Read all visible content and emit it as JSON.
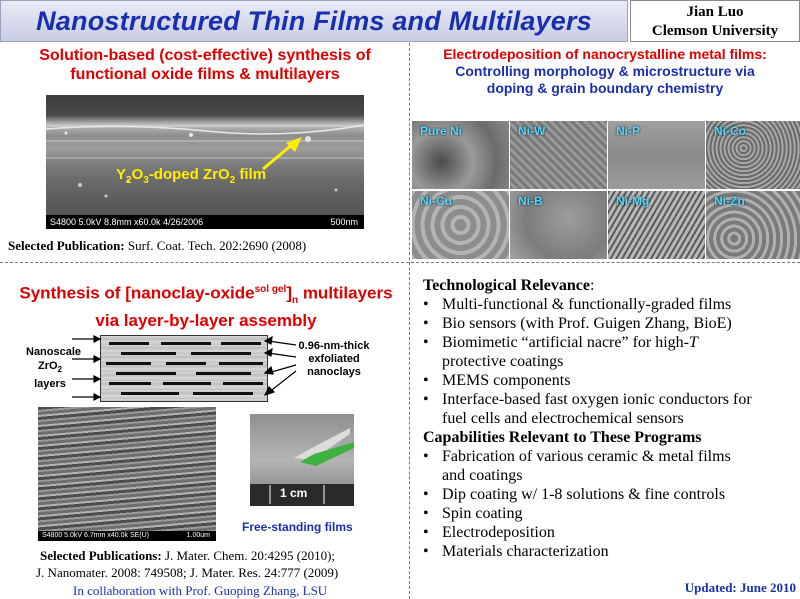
{
  "title": "Nanostructured Thin Films and Multilayers",
  "author": {
    "name": "Jian Luo",
    "affiliation": "Clemson University"
  },
  "panel_tl": {
    "heading_line1": "Solution-based (cost-effective) synthesis of",
    "heading_line2": "functional oxide films & multilayers",
    "sem_caption": "S4800 5.0kV 8.8mm x60.0k 4/26/2006",
    "sem_scale": "500nm",
    "film_label_a": "Y",
    "film_label_sub1": "2",
    "film_label_b": "O",
    "film_label_sub2": "3",
    "film_label_c": "-doped ZrO",
    "film_label_sub3": "2",
    "film_label_d": " film",
    "pub_label": "Selected Publication:",
    "pub_text": " Surf. Coat. Tech. 202:2690 (2008)"
  },
  "panel_tr": {
    "heading_line1": "Electrodeposition of nanocrystalline metal films:",
    "heading_line2": "Controlling morphology & microstructure via",
    "heading_line3": "doping & grain boundary chemistry",
    "samples": [
      "Pure Ni",
      "Ni-W",
      "Ni-P",
      "Ni-Co",
      "Ni-Cu",
      "Ni-B",
      "Ni-Mg",
      "Ni-Zn"
    ]
  },
  "panel_bl": {
    "heading_a": "Synthesis of [nanoclay-oxide",
    "heading_sup": "sol gel",
    "heading_b": "]",
    "heading_sub": "n",
    "heading_c": " multilayers",
    "heading_line2": "via layer-by-layer assembly",
    "left_label_1": "Nanoscale",
    "left_label_2a": "ZrO",
    "left_label_2sub": "2",
    "left_label_3": "layers",
    "right_label_1": "0.96-nm-thick",
    "right_label_2": "exfoliated",
    "right_label_3": "nanoclays",
    "sem_caption": "S4800 5.0kV 6.7mm x40.0k SE(U)",
    "sem_scale": "1.00um",
    "scale_bar": "1 cm",
    "free_standing": "Free-standing films",
    "pub_label": "Selected Publications:",
    "pub_line1": " J. Mater. Chem. 20:4295 (2010);",
    "pub_line2": "J. Nanomater. 2008: 749508; J. Mater. Res. 24:777 (2009)",
    "collab": "In collaboration with Prof. Guoping Zhang, LSU"
  },
  "panel_br": {
    "tech_head": "Technological Relevance",
    "tech_colon": ":",
    "tech_items": [
      "Multi-functional & functionally-graded films",
      "Bio sensors (with Prof. Guigen Zhang, BioE)",
      "Biomimetic “artificial nacre” for high-",
      "protective coatings",
      "MEMS components",
      "Interface-based fast oxygen ionic conductors for",
      "fuel cells and electrochemical sensors"
    ],
    "high_t": "T",
    "cap_head": "Capabilities Relevant to These Programs",
    "cap_items": [
      "Fabrication of various ceramic & metal films",
      "and coatings",
      "Dip coating w/ 1-8 solutions & fine controls",
      "Spin coating",
      "Electrodeposition",
      "Materials characterization"
    ],
    "updated": "Updated: June 2010"
  },
  "colors": {
    "title_blue": "#1a2fb0",
    "heading_red": "#e00000",
    "label_cyan": "#55d8ff",
    "label_yellow": "#ffee00"
  }
}
